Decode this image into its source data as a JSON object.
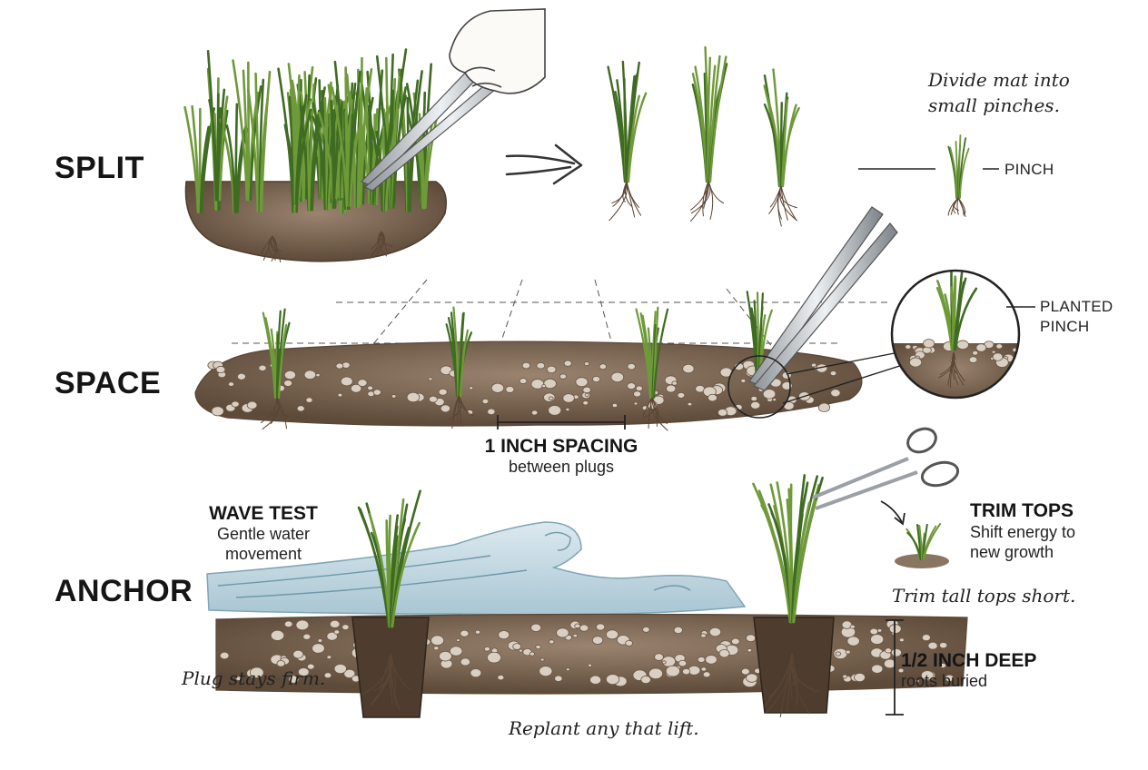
{
  "steps": {
    "split": "SPLIT",
    "space": "SPACE",
    "anchor": "ANCHOR"
  },
  "split": {
    "note_line1": "Divide mat into",
    "note_line2": "small pinches.",
    "pinch_label": "PINCH"
  },
  "space": {
    "planted_line1": "PLANTED",
    "planted_line2": "PINCH",
    "spacing_title": "1 INCH SPACING",
    "spacing_sub": "between plugs"
  },
  "anchor": {
    "wave_title": "WAVE TEST",
    "wave_sub1": "Gentle water",
    "wave_sub2": "movement",
    "trim_title": "TRIM TOPS",
    "trim_sub1": "Shift energy to",
    "trim_sub2": "new growth",
    "trim_note": "Trim tall tops short.",
    "plug_note": "Plug stays firm.",
    "depth_title": "1/2 INCH DEEP",
    "depth_sub": "roots buried",
    "replant_note": "Replant any that lift."
  },
  "colors": {
    "grass": "#6f9a3a",
    "grass_dark": "#3f6b22",
    "soil": "#7a6450",
    "soil_dark": "#4e3d2e",
    "water": "#b9d3de",
    "ink": "#1a1a1a"
  },
  "icons": [
    "tweezers-icon",
    "arrow-right-icon",
    "scissors-icon",
    "hand-icon",
    "curved-arrow-icon"
  ]
}
